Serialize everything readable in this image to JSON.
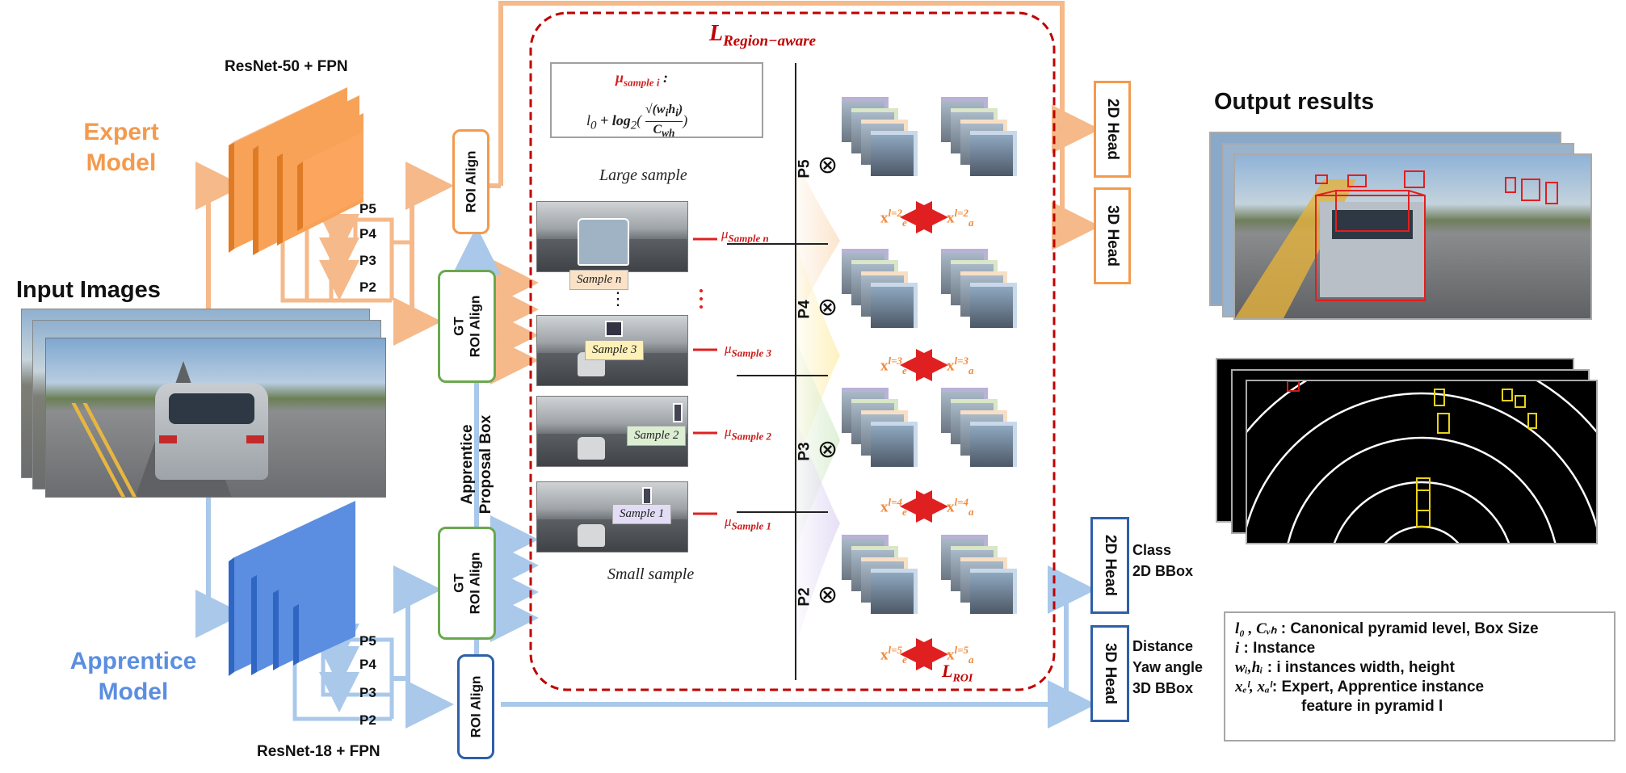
{
  "expert": {
    "title_line1": "Expert",
    "title_line2": "Model",
    "backbone": "ResNet-50 + FPN",
    "levels": [
      "P5",
      "P4",
      "P3",
      "P2"
    ],
    "color": "#f39a4e"
  },
  "apprentice": {
    "title_line1": "Apprentice",
    "title_line2": "Model",
    "backbone": "ResNet-18 + FPN",
    "levels": [
      "P5",
      "P4",
      "P3",
      "P2"
    ],
    "color": "#5b8ee0"
  },
  "input_images": "Input Images",
  "roi_align": "ROI Align",
  "gt_roi_align_line1": "GT",
  "gt_roi_align_line2": "ROI Align",
  "proposal_line1": "Apprentice",
  "proposal_line2": "Proposal Box",
  "loss_region": {
    "main": "L",
    "sub": "Region−aware"
  },
  "formula": {
    "mu_label": "μ",
    "mu_sub": "sample i",
    "colon": " :",
    "expr_a": "l",
    "expr_a_sub": "0",
    "expr_b": " + log",
    "expr_b_sub": "2",
    "expr_c": "(",
    "num": "√(w",
    "num_i1": "i",
    "num_h": "h",
    "num_i2": "i",
    "num_end": ")",
    "den": "C",
    "den_sub": "wh",
    "close": ")"
  },
  "large_sample": "Large sample",
  "small_sample": "Small sample",
  "samples": [
    {
      "label": "Sample n",
      "mu": "μ",
      "mu_sub": "Sample n"
    },
    {
      "label": "Sample 3",
      "mu": "μ",
      "mu_sub": "Sample 3"
    },
    {
      "label": "Sample 2",
      "mu": "μ",
      "mu_sub": "Sample 2"
    },
    {
      "label": "Sample 1",
      "mu": "μ",
      "mu_sub": "Sample 1"
    }
  ],
  "vdots": "⋮",
  "pyramid_rows": [
    {
      "level": "P5",
      "sup": "l=2"
    },
    {
      "level": "P4",
      "sup": "l=3"
    },
    {
      "level": "P3",
      "sup": "l=4"
    },
    {
      "level": "P2",
      "sup": "l=5"
    }
  ],
  "otimes": "⊗",
  "x_e": "x",
  "e_sub": "e",
  "x_a": "x",
  "a_sub": "a",
  "loss_roi": {
    "main": "L",
    "sub": "ROI"
  },
  "heads": {
    "h2d": "2D Head",
    "h3d": "3D Head"
  },
  "head_outputs_2d": [
    "Class",
    "2D BBox"
  ],
  "head_outputs_3d": [
    "Distance",
    "Yaw angle",
    "3D BBox"
  ],
  "output_title": "Output results",
  "legend": [
    {
      "sym": "l₀ , Cᵥₕ",
      "text": " : Canonical pyramid level, Box Size"
    },
    {
      "sym": "i",
      "text": " : Instance"
    },
    {
      "sym": "wᵢ,hᵢ",
      "text": " : i instances width, height"
    },
    {
      "sym": "xₑˡ, xₐˡ",
      "text": ": Expert, Apprentice instance"
    },
    {
      "sym": "",
      "text": "feature in pyramid l"
    }
  ],
  "colors": {
    "orange": "#f39a4e",
    "blue": "#5b8ee0",
    "light_blue": "#a9c8ea",
    "light_orange": "#f5b98a",
    "red": "#c00000",
    "green": "#6aa84f",
    "dark_blue": "#2e5fa8"
  }
}
